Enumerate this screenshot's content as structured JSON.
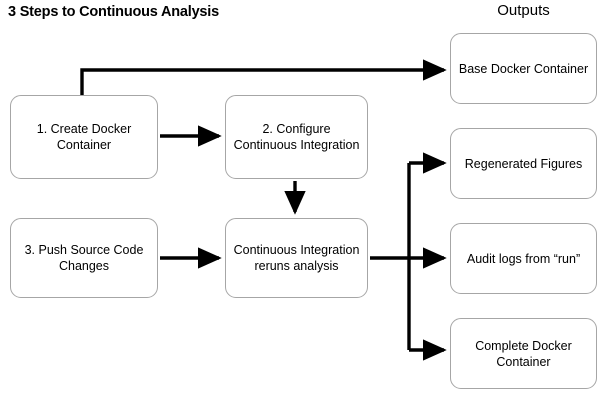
{
  "title": "3 Steps to Continuous Analysis",
  "outputs_header": "Outputs",
  "steps": [
    {
      "id": "create-docker-container",
      "label": "1. Create Docker Container"
    },
    {
      "id": "configure-continuous-integration",
      "label": "2. Configure Continuous Integration"
    },
    {
      "id": "push-source-code-changes",
      "label": "3. Push Source Code Changes"
    },
    {
      "id": "continuous-integration-reruns-analysis",
      "label": "Continuous Integration reruns analysis"
    }
  ],
  "outputs": [
    {
      "id": "base-docker-container",
      "label": "Base Docker Container"
    },
    {
      "id": "regenerated-figures",
      "label": "Regenerated Figures"
    },
    {
      "id": "audit-logs-from-run",
      "label": "Audit logs from “run”"
    },
    {
      "id": "complete-docker-container",
      "label": "Complete Docker Container"
    }
  ],
  "colors": {
    "box_border": "#a6a6a6",
    "box_fill": "#ffffff",
    "arrow": "#000000",
    "text": "#000000",
    "background": "#ffffff"
  },
  "connectors": [
    {
      "id": "create-to-base-docker",
      "from": "create-docker-container",
      "to": "base-docker-container"
    },
    {
      "id": "create-to-configure",
      "from": "create-docker-container",
      "to": "configure-continuous-integration"
    },
    {
      "id": "configure-to-ci-reruns",
      "from": "configure-continuous-integration",
      "to": "continuous-integration-reruns-analysis"
    },
    {
      "id": "push-to-ci-reruns",
      "from": "push-source-code-changes",
      "to": "continuous-integration-reruns-analysis"
    },
    {
      "id": "ci-reruns-to-regenerated-figures",
      "from": "continuous-integration-reruns-analysis",
      "to": "regenerated-figures"
    },
    {
      "id": "ci-reruns-to-audit-logs",
      "from": "continuous-integration-reruns-analysis",
      "to": "audit-logs-from-run"
    },
    {
      "id": "ci-reruns-to-complete-docker",
      "from": "continuous-integration-reruns-analysis",
      "to": "complete-docker-container"
    }
  ]
}
